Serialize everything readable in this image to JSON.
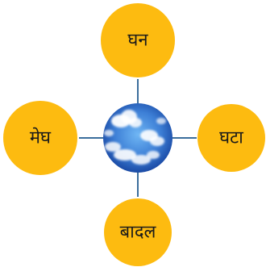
{
  "diagram": {
    "center": {
      "image": "sky-with-clouds"
    },
    "nodes": {
      "top": {
        "label": "घन"
      },
      "left": {
        "label": "मेघ"
      },
      "right": {
        "label": "घटा"
      },
      "bottom": {
        "label": "बादल"
      }
    },
    "colors": {
      "node_fill": "#FDBB10",
      "connector": "#3B6E9C",
      "text": "#1a1a1a",
      "sky_center": "#5EA8EE",
      "sky_edge": "#123E9A",
      "cloud": "#FFFFFF"
    }
  }
}
